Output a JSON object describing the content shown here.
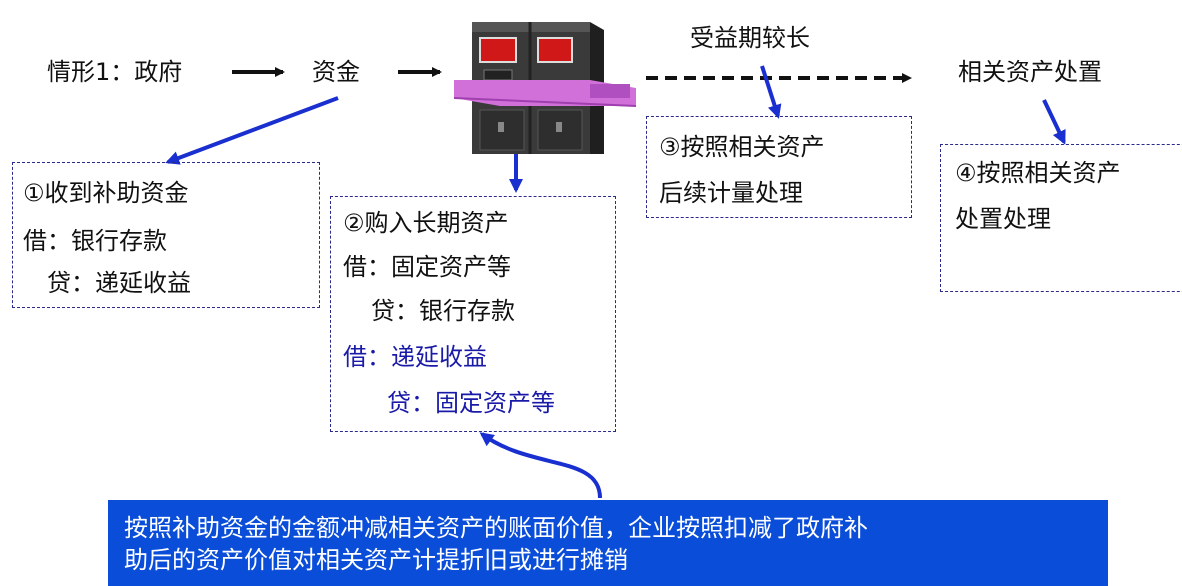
{
  "flow": {
    "start_label": "情形1：政府",
    "funds_label": "资金",
    "long_benefit_label": "受益期较长",
    "disposal_label": "相关资产处置"
  },
  "boxes": {
    "receive": {
      "lines": [
        "①收到补助资金",
        "借：银行存款",
        "贷：递延收益"
      ]
    },
    "purchase": {
      "lines": [
        "②购入长期资产",
        "借：固定资产等",
        "贷：银行存款"
      ],
      "blue_lines": [
        "借：递延收益",
        "贷：固定资产等"
      ]
    },
    "subsequent": {
      "lines": [
        "③按照相关资产",
        "后续计量处理"
      ]
    },
    "disposal": {
      "lines": [
        "④按照相关资产",
        "处置处理"
      ]
    }
  },
  "note": {
    "lines": [
      "按照补助资金的金额冲减相关资产的账面价值，企业按照扣减了政府补",
      "助后的资产价值对相关资产计提折旧或进行摊销"
    ]
  },
  "colors": {
    "note_bg": "#0a4dd9",
    "arrow_blue": "#1a2fd0",
    "box_border": "#2a2a8a",
    "entry_blue": "#1a1aa8",
    "machine_body": "#3a3a3a",
    "machine_screen": "#d01818",
    "machine_conveyor": "#d070d8"
  },
  "icons": {
    "machine": "machine-icon"
  }
}
